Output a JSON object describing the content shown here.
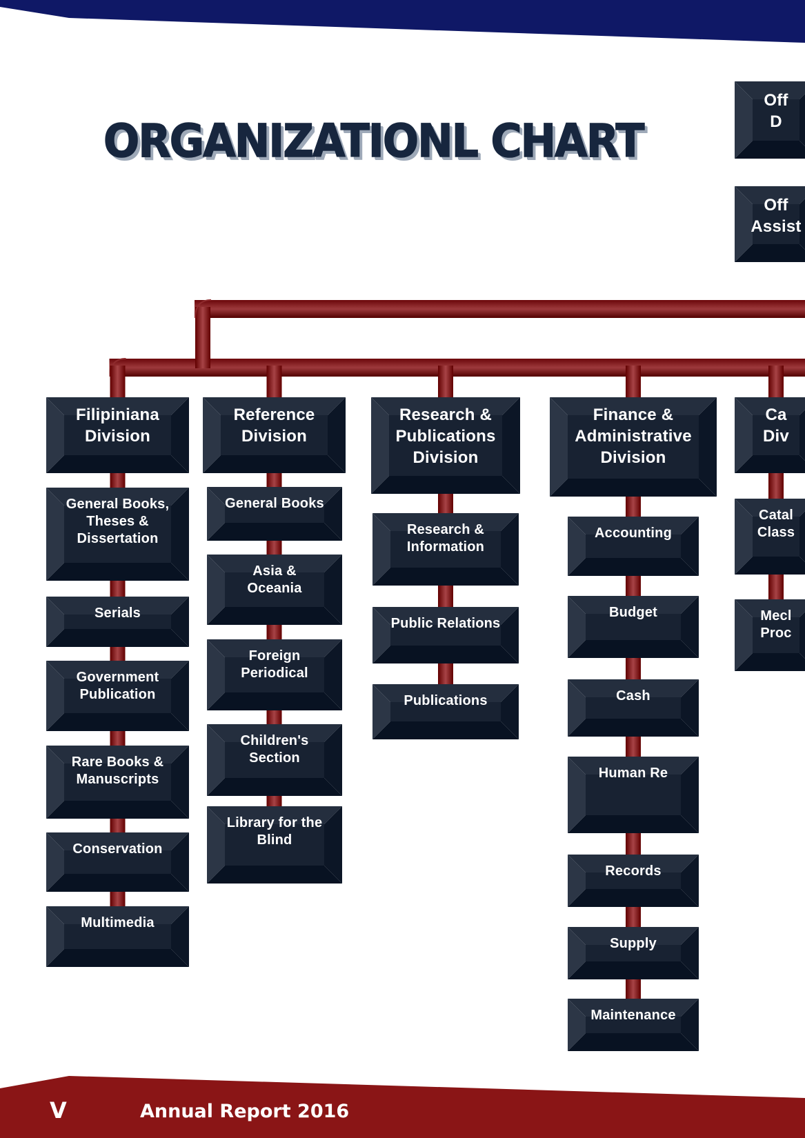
{
  "title": "ORGANIZATIONL CHART",
  "footer": {
    "page_number": "V",
    "report_title": "Annual Report 2016"
  },
  "colors": {
    "block_dark": "#121c2c",
    "connector": "#7a1619",
    "header_band": "#0f1866",
    "footer_band": "#8a1516"
  },
  "top_offices": [
    {
      "label": "Off\nD"
    },
    {
      "label": "Off\nAssist"
    }
  ],
  "divisions": [
    {
      "label": "Filipiniana\nDivision",
      "sections": [
        {
          "label": "General Books,\nTheses &\nDissertation"
        },
        {
          "label": "Serials"
        },
        {
          "label": "Government\nPublication"
        },
        {
          "label": "Rare Books &\nManuscripts"
        },
        {
          "label": "Conservation"
        },
        {
          "label": "Multimedia"
        }
      ]
    },
    {
      "label": "Reference\nDivision",
      "sections": [
        {
          "label": "General Books"
        },
        {
          "label": "Asia &\nOceania"
        },
        {
          "label": "Foreign\nPeriodical"
        },
        {
          "label": "Children's\nSection"
        },
        {
          "label": "Library for the\nBlind"
        }
      ]
    },
    {
      "label": "Research &\nPublications\nDivision",
      "sections": [
        {
          "label": "Research &\nInformation"
        },
        {
          "label": "Public Relations"
        },
        {
          "label": "Publications"
        }
      ]
    },
    {
      "label": "Finance &\nAdministrative\nDivision",
      "sections": [
        {
          "label": "Accounting"
        },
        {
          "label": "Budget"
        },
        {
          "label": "Cash"
        },
        {
          "label": "Human Re"
        },
        {
          "label": "Records"
        },
        {
          "label": "Supply"
        },
        {
          "label": "Maintenance"
        }
      ]
    },
    {
      "label": "Ca\nDiv",
      "sections": [
        {
          "label": "Catal\nClass"
        },
        {
          "label": "Mecl\nProc"
        }
      ]
    }
  ]
}
